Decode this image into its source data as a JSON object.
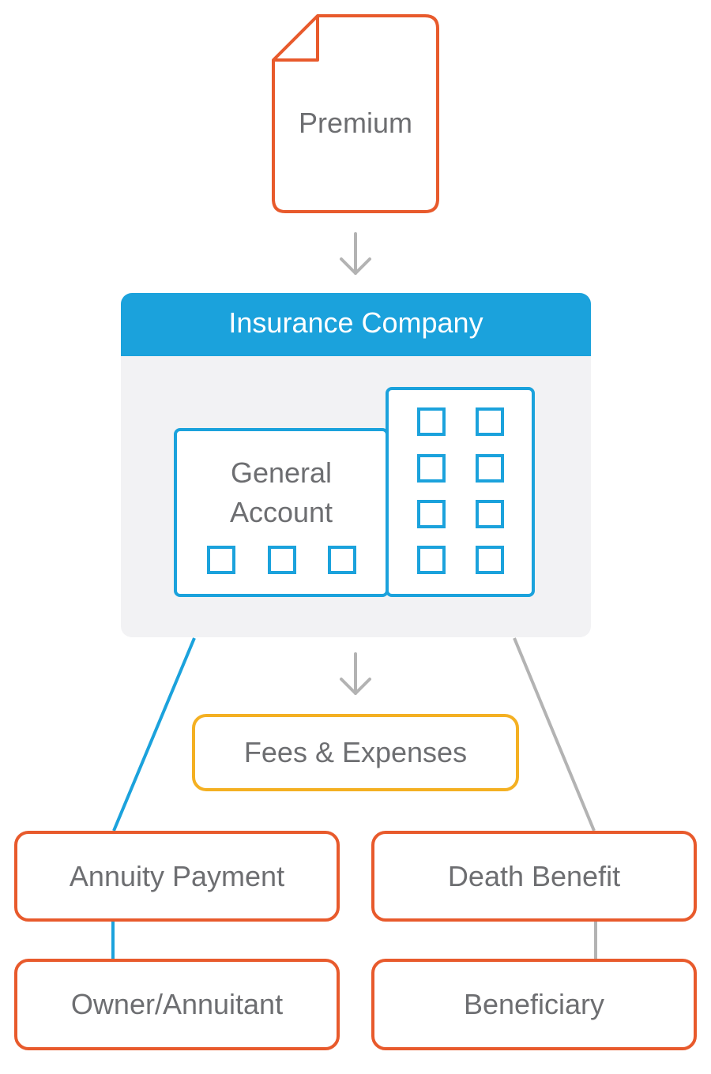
{
  "premium": {
    "label": "Premium"
  },
  "insurance_company": {
    "title": "Insurance Company",
    "general_account": {
      "line1": "General",
      "line2": "Account"
    }
  },
  "fees": {
    "label": "Fees & Expenses"
  },
  "annuity_payment": {
    "label": "Annuity Payment"
  },
  "death_benefit": {
    "label": "Death Benefit"
  },
  "owner_annuitant": {
    "label": "Owner/Annuitant"
  },
  "beneficiary": {
    "label": "Beneficiary"
  },
  "colors": {
    "orange": "#e85a2c",
    "blue": "#1ba2dc",
    "yellow": "#f4b022",
    "gray_text": "#6d6e71",
    "gray_line": "#b3b3b3",
    "panel_bg": "#f2f2f4"
  }
}
